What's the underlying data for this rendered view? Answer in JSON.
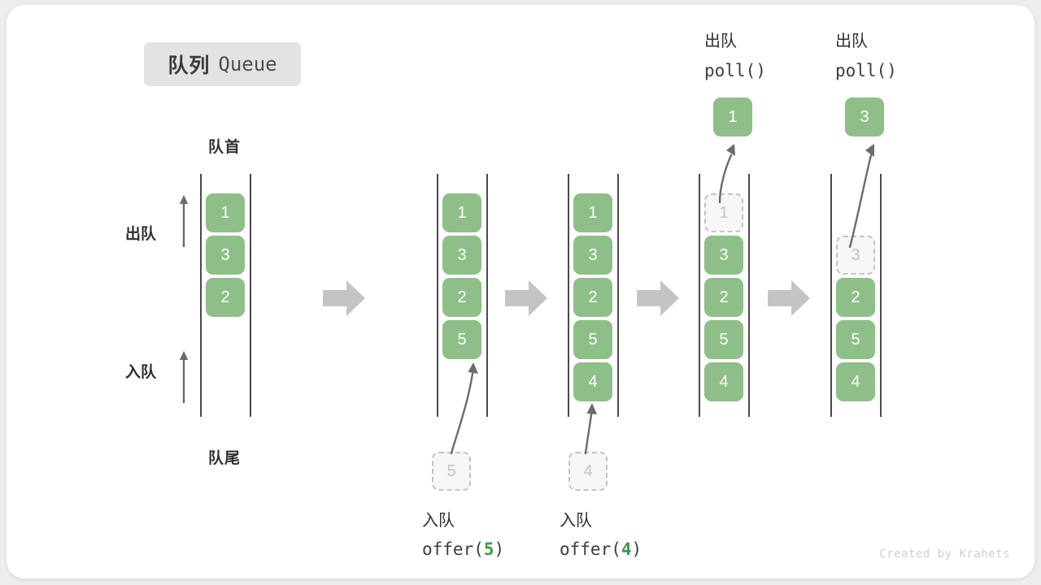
{
  "title": {
    "cn": "队列",
    "en": "Queue"
  },
  "labels": {
    "head": "队首",
    "tail": "队尾",
    "dequeue": "出队",
    "enqueue": "入队"
  },
  "watermark": "Created by Krahets",
  "colors": {
    "element": "#8ebf88",
    "ghost_border": "#c3c3c3",
    "ghost_fill": "#f7f7f7",
    "rail": "#4a4a4a",
    "step_arrow": "#c4c4c4",
    "accent_arg": "#3e9a48",
    "badge_bg": "#e3e3e3",
    "text": "#2f2f2f"
  },
  "steps": [
    {
      "id": "initial",
      "elements": [
        "1",
        "3",
        "2"
      ],
      "ghost_index": -1
    },
    {
      "id": "offer-5",
      "elements": [
        "1",
        "3",
        "2",
        "5"
      ],
      "ghost_index": -1,
      "incoming": "5",
      "caption_cn": "入队",
      "caption_fn": "offer(",
      "caption_arg": "5",
      "caption_close": ")"
    },
    {
      "id": "offer-4",
      "elements": [
        "1",
        "3",
        "2",
        "5",
        "4"
      ],
      "ghost_index": -1,
      "incoming": "4",
      "caption_cn": "入队",
      "caption_fn": "offer(",
      "caption_arg": "4",
      "caption_close": ")"
    },
    {
      "id": "poll-1",
      "elements": [
        "1",
        "3",
        "2",
        "5",
        "4"
      ],
      "ghost_index": 0,
      "popped": "1",
      "caption_cn": "出队",
      "caption_fn": "poll()"
    },
    {
      "id": "poll-3",
      "elements": [
        "3",
        "2",
        "5",
        "4"
      ],
      "ghost_index": 0,
      "popped": "3",
      "caption_cn": "出队",
      "caption_fn": "poll()"
    }
  ],
  "step_labels": {
    "col0_items": [
      "1",
      "3",
      "2"
    ],
    "col1_items": [
      "1",
      "3",
      "2",
      "5"
    ],
    "col2_items": [
      "1",
      "3",
      "2",
      "5",
      "4"
    ],
    "col3_items": [
      "1",
      "3",
      "2",
      "5",
      "4"
    ],
    "col4_items": [
      "3",
      "2",
      "5",
      "4"
    ]
  }
}
